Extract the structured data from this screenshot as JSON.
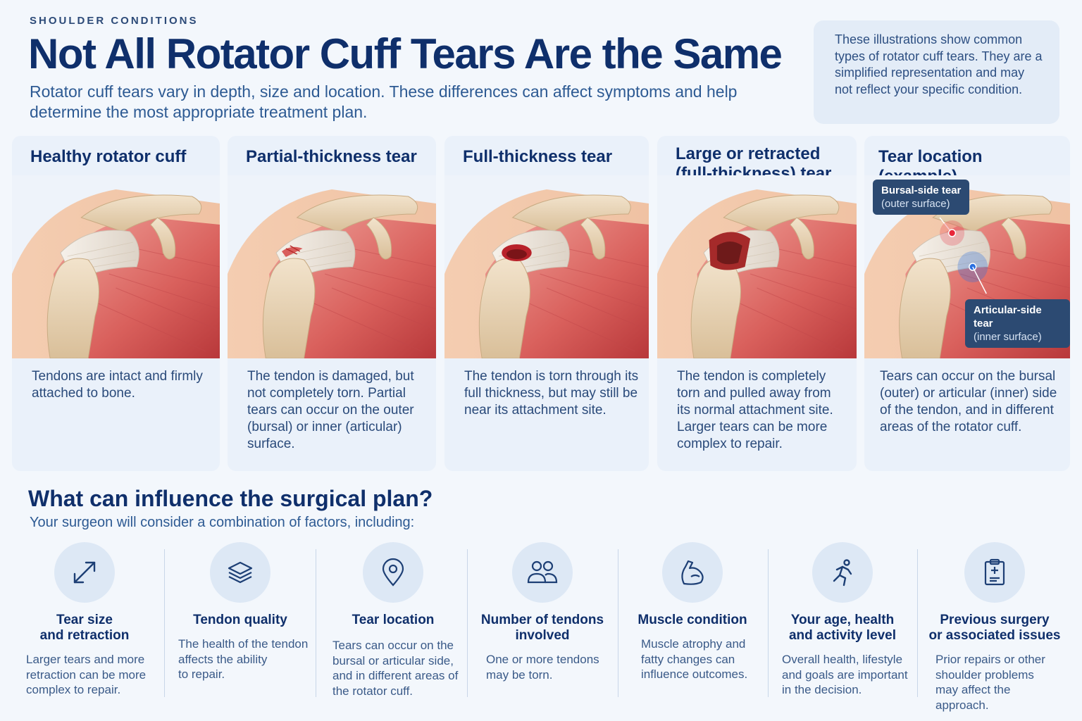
{
  "header": {
    "eyebrow": "SHOULDER CONDITIONS",
    "title": "Not All Rotator Cuff Tears Are the Same",
    "subtitle": "Rotator cuff tears vary in depth, size and location. These differences can affect symptoms and help determine the most appropriate treatment plan.",
    "disclaimer": "These illustrations show common types of rotator cuff tears. They are a simplified representation and may not reflect your specific condition."
  },
  "panels": [
    {
      "title": "Healthy rotator cuff",
      "text": "Tendons are intact and firmly attached to bone."
    },
    {
      "title": "Partial-thickness tear",
      "text": "The tendon is damaged, but not completely torn. Partial tears can occur on the outer (bursal) or inner (articular) surface."
    },
    {
      "title": "Full-thickness tear",
      "text": "The tendon is torn through its full thickness, but may still be near its attachment site."
    },
    {
      "title": "Large or retracted (full-thickness) tear",
      "text": "The tendon is completely torn and pulled away from its normal attachment site. Larger tears can be more complex to repair."
    },
    {
      "title": "Tear location (example)",
      "text": "Tears can occur on the bursal (outer) or articular (inner) side of the tendon, and in different areas of the rotator cuff."
    }
  ],
  "callouts": {
    "bursal": {
      "main": "Bursal-side tear",
      "sub": "(outer surface)"
    },
    "articular": {
      "main": "Articular-side tear",
      "sub": "(inner surface)"
    }
  },
  "factors_section": {
    "title": "What can influence the surgical plan?",
    "subtitle": "Your surgeon will consider a combination of factors, including:"
  },
  "factors": [
    {
      "icon": "arrows-diagonal-icon",
      "title": "Tear size\nand retraction",
      "desc": "Larger tears and more\nretraction can be more\ncomplex to repair."
    },
    {
      "icon": "layers-icon",
      "title": "Tendon quality",
      "desc": "The health of the tendon\naffects the ability\nto repair."
    },
    {
      "icon": "location-pin-icon",
      "title": "Tear location",
      "desc": "Tears can occur on the\nbursal or articular side,\nand in different areas of\nthe rotator cuff."
    },
    {
      "icon": "people-icon",
      "title": "Number of tendons\ninvolved",
      "desc": "One or more tendons\nmay be torn."
    },
    {
      "icon": "flexed-arm-icon",
      "title": "Muscle condition",
      "desc": "Muscle atrophy and\nfatty changes can\ninfluence outcomes."
    },
    {
      "icon": "running-person-icon",
      "title": "Your age, health\nand activity level",
      "desc": "Overall health, lifestyle\nand goals are important\nin the decision."
    },
    {
      "icon": "clipboard-medical-icon",
      "title": "Previous surgery\nor associated issues",
      "desc": "Prior repairs or other\nshoulder problems\nmay affect the approach."
    }
  ],
  "colors": {
    "navy": "#0f2f6b",
    "muscle": "#d9605c",
    "tendon": "#efe6dc",
    "bone": "#e8d2b4",
    "bursal_marker": "#e8273a",
    "articular_marker": "#2a6fe0"
  }
}
